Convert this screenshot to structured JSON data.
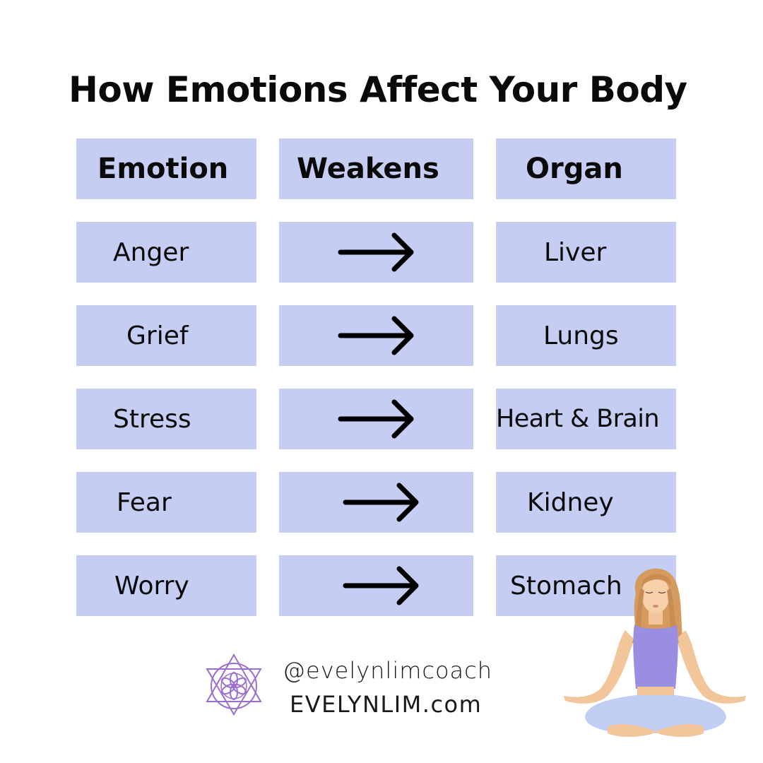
{
  "title": "How Emotions Affect Your Body",
  "table": {
    "headers": [
      "Emotion",
      "Weakens",
      "Organ"
    ],
    "rows": [
      {
        "emotion": "Anger",
        "relation": "arrow-right",
        "organ": "Liver"
      },
      {
        "emotion": "Grief",
        "relation": "arrow-right",
        "organ": "Lungs"
      },
      {
        "emotion": "Stress",
        "relation": "arrow-right",
        "organ": "Heart & Brain"
      },
      {
        "emotion": "Fear",
        "relation": "arrow-right",
        "organ": "Kidney"
      },
      {
        "emotion": "Worry",
        "relation": "arrow-right",
        "organ": "Stomach"
      }
    ]
  },
  "footer": {
    "handle": "@evelynlimcoach",
    "website": "EVELYNLIM.com"
  },
  "colors": {
    "cell_background": "#c5cdf2",
    "logo": "#9b6fd0",
    "text": "#0a0a0a"
  }
}
